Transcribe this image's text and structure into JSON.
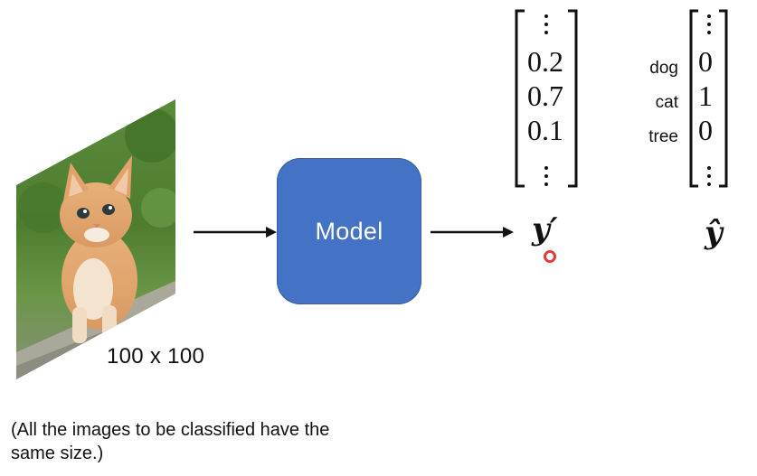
{
  "model": {
    "label": "Model"
  },
  "image": {
    "size_label": "100 x 100"
  },
  "note": {
    "line1": "(All the images to be classified have the",
    "line2": "same size.)"
  },
  "prediction": {
    "values": [
      "0.2",
      "0.7",
      "0.1"
    ],
    "symbol": "y′"
  },
  "target": {
    "classes": [
      "dog",
      "cat",
      "tree"
    ],
    "values": [
      "0",
      "1",
      "0"
    ],
    "symbol": "ŷ"
  },
  "colors": {
    "model_fill": "#4472c4",
    "cursor": "#e23b3b"
  }
}
